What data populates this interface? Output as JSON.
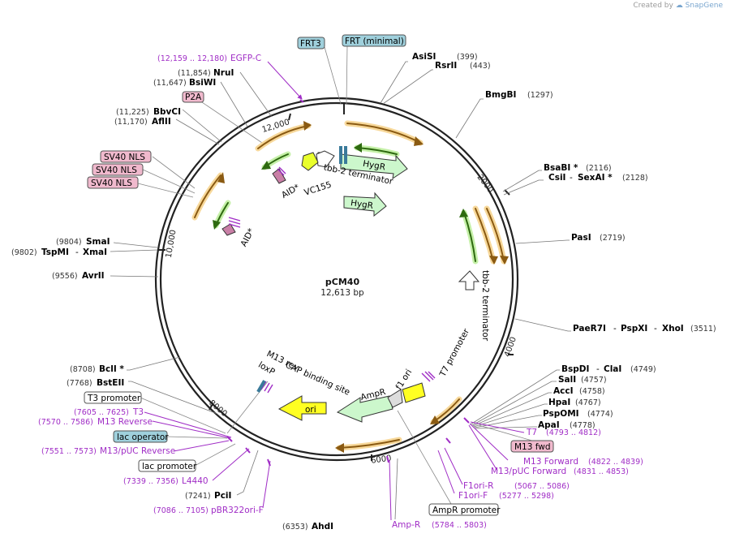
{
  "header": {
    "created_by": "Created by",
    "brand": "SnapGene"
  },
  "plasmid": {
    "name": "pCM40",
    "length_label": "12,613 bp",
    "length": 12613
  },
  "ticks": [
    "2000",
    "4000",
    "6000",
    "8000",
    "10,000",
    "12,000"
  ],
  "enzymes": [
    {
      "name": "AsiSI",
      "pos": "(399)"
    },
    {
      "name": "RsrII",
      "pos": "(443)"
    },
    {
      "name": "BmgBI",
      "pos": "(1297)"
    },
    {
      "name": "BsaBI *",
      "pos": "(2116)"
    },
    {
      "name": "CsiI",
      "name2": "SexAI *",
      "pos": "(2128)"
    },
    {
      "name": "PasI",
      "pos": "(2719)"
    },
    {
      "name": "PaeR7I",
      "name2": "PspXI",
      "name3": "XhoI",
      "pos": "(3511)"
    },
    {
      "name": "BspDI",
      "name2": "ClaI",
      "pos": "(4749)"
    },
    {
      "name": "SalI",
      "pos": "(4757)"
    },
    {
      "name": "AccI",
      "pos": "(4758)"
    },
    {
      "name": "HpaI",
      "pos": "(4767)"
    },
    {
      "name": "PspOMI",
      "pos": "(4774)"
    },
    {
      "name": "ApaI",
      "pos": "(4778)"
    },
    {
      "name": "AhdI",
      "pos": "(6353)"
    },
    {
      "name": "PciI",
      "pos": "(7241)"
    },
    {
      "name": "BstEII",
      "pos": "(7768)"
    },
    {
      "name": "BclI *",
      "pos": "(8708)"
    },
    {
      "name": "AvrII",
      "pos": "(9556)"
    },
    {
      "name": "SmaI",
      "pos": "(9804)"
    },
    {
      "name": "TspMI",
      "name2": "XmaI",
      "pos": "(9802)"
    },
    {
      "name": "AflII",
      "pos": "(11,170)"
    },
    {
      "name": "BbvCI",
      "pos": "(11,225)"
    },
    {
      "name": "BsiWI",
      "pos": "(11,647)"
    },
    {
      "name": "NruI",
      "pos": "(11,854)"
    }
  ],
  "primers": [
    {
      "name": "EGFP-C",
      "pos": "(12,159 .. 12,180)"
    },
    {
      "name": "T7",
      "pos": "(4793 .. 4812)"
    },
    {
      "name": "M13 Forward",
      "pos": "(4822 .. 4839)"
    },
    {
      "name": "M13/pUC Forward",
      "pos": "(4831 .. 4853)"
    },
    {
      "name": "F1ori-R",
      "pos": "(5067 .. 5086)"
    },
    {
      "name": "F1ori-F",
      "pos": "(5277 .. 5298)"
    },
    {
      "name": "Amp-R",
      "pos": "(5784 .. 5803)"
    },
    {
      "name": "pBR322ori-F",
      "pos": "(7086 .. 7105)"
    },
    {
      "name": "L4440",
      "pos": "(7339 .. 7356)"
    },
    {
      "name": "M13/pUC Reverse",
      "pos": "(7551 .. 7573)"
    },
    {
      "name": "M13 Reverse",
      "pos": "(7570 .. 7586)"
    },
    {
      "name": "T3",
      "pos": "(7605 .. 7625)"
    }
  ],
  "boxed_features": {
    "frt3": "FRT3",
    "frt_minimal": "FRT (minimal)",
    "p2a": "P2A",
    "sv40_nls_1": "SV40 NLS",
    "sv40_nls_2": "SV40 NLS",
    "sv40_nls_3": "SV40 NLS",
    "m13_fwd": "M13 fwd",
    "t3_promoter": "T3 promoter",
    "lac_operator": "lac operator",
    "lac_promoter": "lac promoter",
    "ampr_promoter": "AmpR promoter"
  },
  "inner_features": {
    "hygr1": "HygR",
    "hygr2": "HygR",
    "tbb2_term1": "tbb-2 terminator",
    "tbb2_term2": "tbb-2 terminator",
    "vc155": "VC155",
    "aid1": "AID*",
    "aid2": "AID*",
    "ampr": "AmpR",
    "ori": "ori",
    "f1ori": "f1 ori",
    "t7_promoter": "T7 promoter",
    "m13rev": "M13 rev",
    "loxp": "loxP",
    "cap": "CAP binding site"
  },
  "colors": {
    "primer": "#a02dc6",
    "boxed_feature_fill": "#f0b9cd",
    "boxed_misc_fill": "#9fd0dc",
    "hygr_fill": "#ccf7cc",
    "ori_fill": "#ffff22",
    "orf_orange": "#e6981f",
    "orf_green": "#66b22f",
    "aid_fill": "#c97fa6",
    "backbone": "#222222"
  }
}
